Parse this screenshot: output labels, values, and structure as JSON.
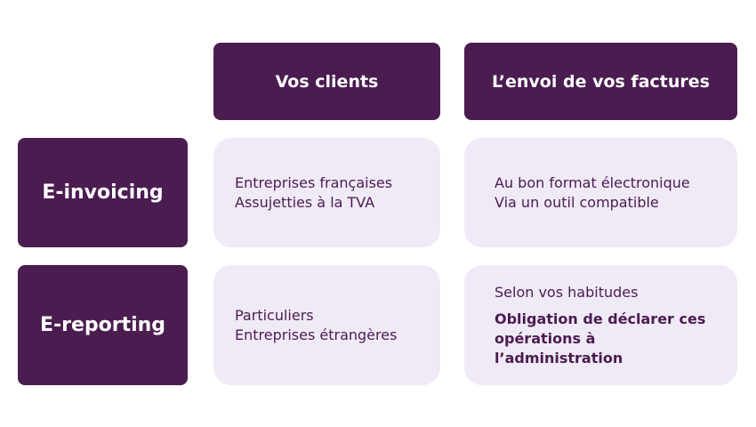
{
  "columns": {
    "clients_header": "Vos clients",
    "envoi_header": "L’envoi de vos factures"
  },
  "rows": {
    "einvoicing": {
      "label": "E-invoicing",
      "clients": [
        "Entreprises françaises",
        "Assujetties à la TVA"
      ],
      "envoi": [
        "Au bon format électronique",
        "Via un outil compatible"
      ]
    },
    "ereporting": {
      "label": "E-reporting",
      "clients": [
        "Particuliers",
        "Entreprises étrangères"
      ],
      "envoi_intro": "Selon vos habitudes",
      "envoi_emphasis": [
        "Obligation de déclarer ces",
        "opérations à l’administration"
      ]
    }
  },
  "colors": {
    "dark_purple": "#4a1c50",
    "light_lavender": "#f0eaf7"
  }
}
